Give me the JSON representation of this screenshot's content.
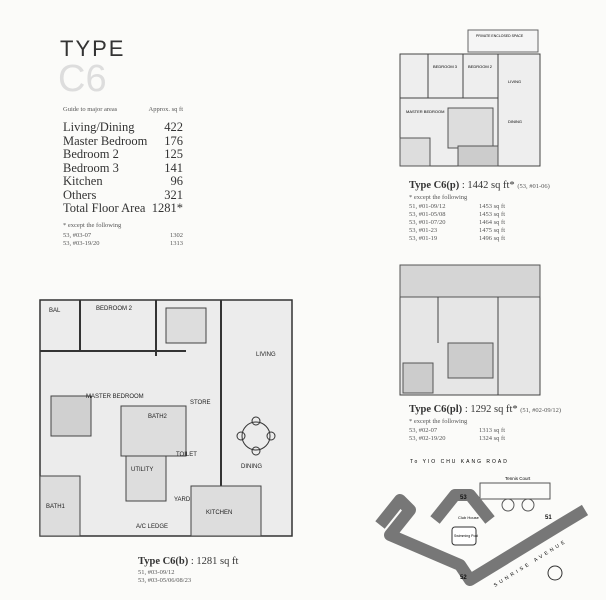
{
  "heading": {
    "type": "TYPE",
    "code": "C6"
  },
  "areas": {
    "col_left": "Guide to major areas",
    "col_right": "Approx. sq ft",
    "rows": [
      {
        "label": "Living/Dining",
        "value": "422"
      },
      {
        "label": "Master Bedroom",
        "value": "176"
      },
      {
        "label": "Bedroom 2",
        "value": "125"
      },
      {
        "label": "Bedroom 3",
        "value": "141"
      },
      {
        "label": "Kitchen",
        "value": "96"
      },
      {
        "label": "Others",
        "value": "321"
      },
      {
        "label": "Total Floor Area",
        "value": "1281*"
      }
    ],
    "except_note": "* except the following",
    "exceptions": [
      {
        "unit": "53, #03-07",
        "value": "1302"
      },
      {
        "unit": "53, #03-19/20",
        "value": "1313"
      }
    ]
  },
  "plan_p": {
    "title": "Type C6(p)",
    "area": ": 1442 sq ft*",
    "units": "(53, #01-06)",
    "except_note": "* except the following",
    "exceptions": [
      {
        "unit": "51, #01-09/12",
        "value": "1453 sq ft"
      },
      {
        "unit": "53, #01-05/08",
        "value": "1453 sq ft"
      },
      {
        "unit": "53, #01-07/20",
        "value": "1464 sq ft"
      },
      {
        "unit": "53, #01-23",
        "value": "1475 sq ft"
      },
      {
        "unit": "53, #01-19",
        "value": "1496 sq ft"
      }
    ],
    "labels": {
      "pes": "PRIVATE ENCLOSED SPACE",
      "bed3": "BEDROOM 3",
      "bed2": "BEDROOM 2",
      "living": "LIVING",
      "master": "MASTER BEDROOM",
      "dining": "DINING"
    }
  },
  "plan_pl": {
    "title": "Type C6(pl)",
    "area": ": 1292 sq ft*",
    "units": "(51, #02-09/12)",
    "except_note": "* except the following",
    "exceptions": [
      {
        "unit": "53, #02-07",
        "value": "1313 sq ft"
      },
      {
        "unit": "53, #02-19/20",
        "value": "1324 sq ft"
      }
    ]
  },
  "plan_b": {
    "title": "Type C6(b)",
    "area": ": 1281 sq ft",
    "units": [
      "51, #03-09/12",
      "53, #03-05/06/08/23"
    ],
    "labels": {
      "bal": "BAL",
      "bed2": "BEDROOM 2",
      "living": "LIVING",
      "master": "MASTER BEDROOM",
      "bath2": "BATH2",
      "store": "STORE",
      "toilet": "TOILET",
      "utility": "UTILITY",
      "dining": "DINING",
      "yard": "YARD",
      "acledge": "A/C LEDGE",
      "kitchen": "KITCHEN",
      "bath1": "BATH1"
    }
  },
  "site": {
    "road": "To YIO CHU KANG ROAD",
    "tennis": "Tennis Court",
    "club": "Club House",
    "pool": "Swimming Pool",
    "avenue": "SUNRISE AVENUE",
    "blocks": [
      "51",
      "52",
      "53"
    ]
  }
}
